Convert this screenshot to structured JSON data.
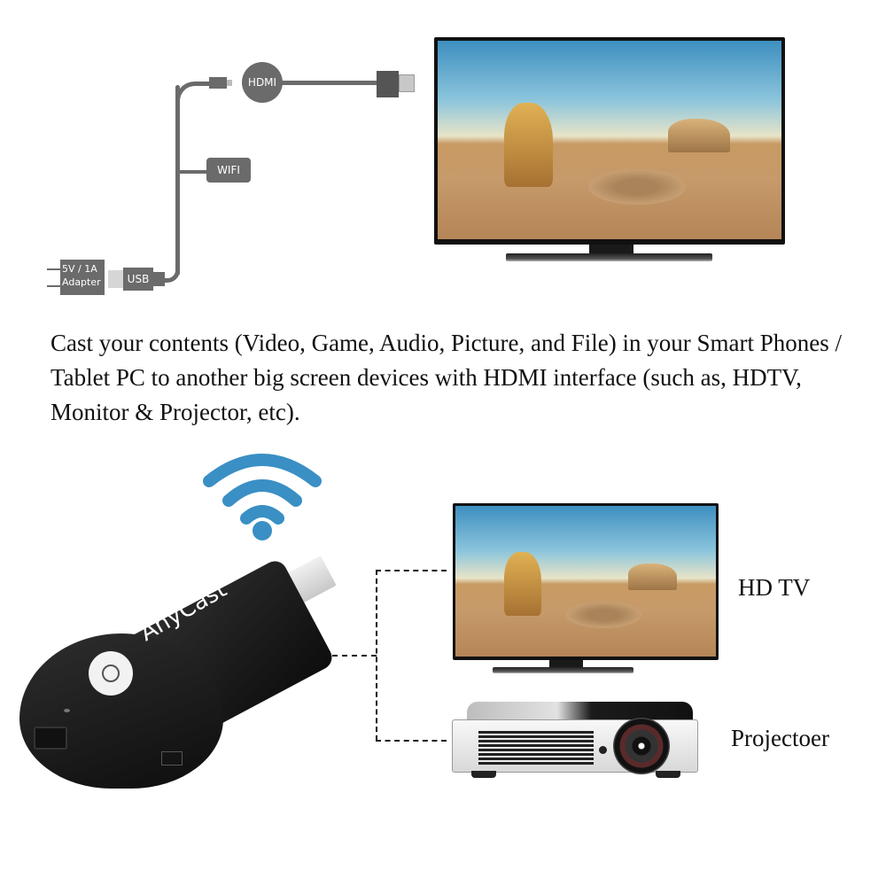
{
  "connection_diagram": {
    "hdmi_label": "HDMI",
    "wifi_label": "WIFI",
    "usb_label": "USB",
    "adapter_label_line1": "5V / 1A",
    "adapter_label_line2": "Adapter",
    "cable_color": "#6b6b6b"
  },
  "description": {
    "text": "Cast your contents (Video, Game, Audio, Picture, and File) in your Smart Phones / Tablet PC to another big screen devices with HDMI interface (such as, HDTV, Monitor & Projector, etc)."
  },
  "dongle": {
    "brand": "AnyCast",
    "wifi_icon_color": "#3a8fc4"
  },
  "outputs": [
    {
      "label": "HD TV"
    },
    {
      "label": "Projectoer"
    }
  ]
}
